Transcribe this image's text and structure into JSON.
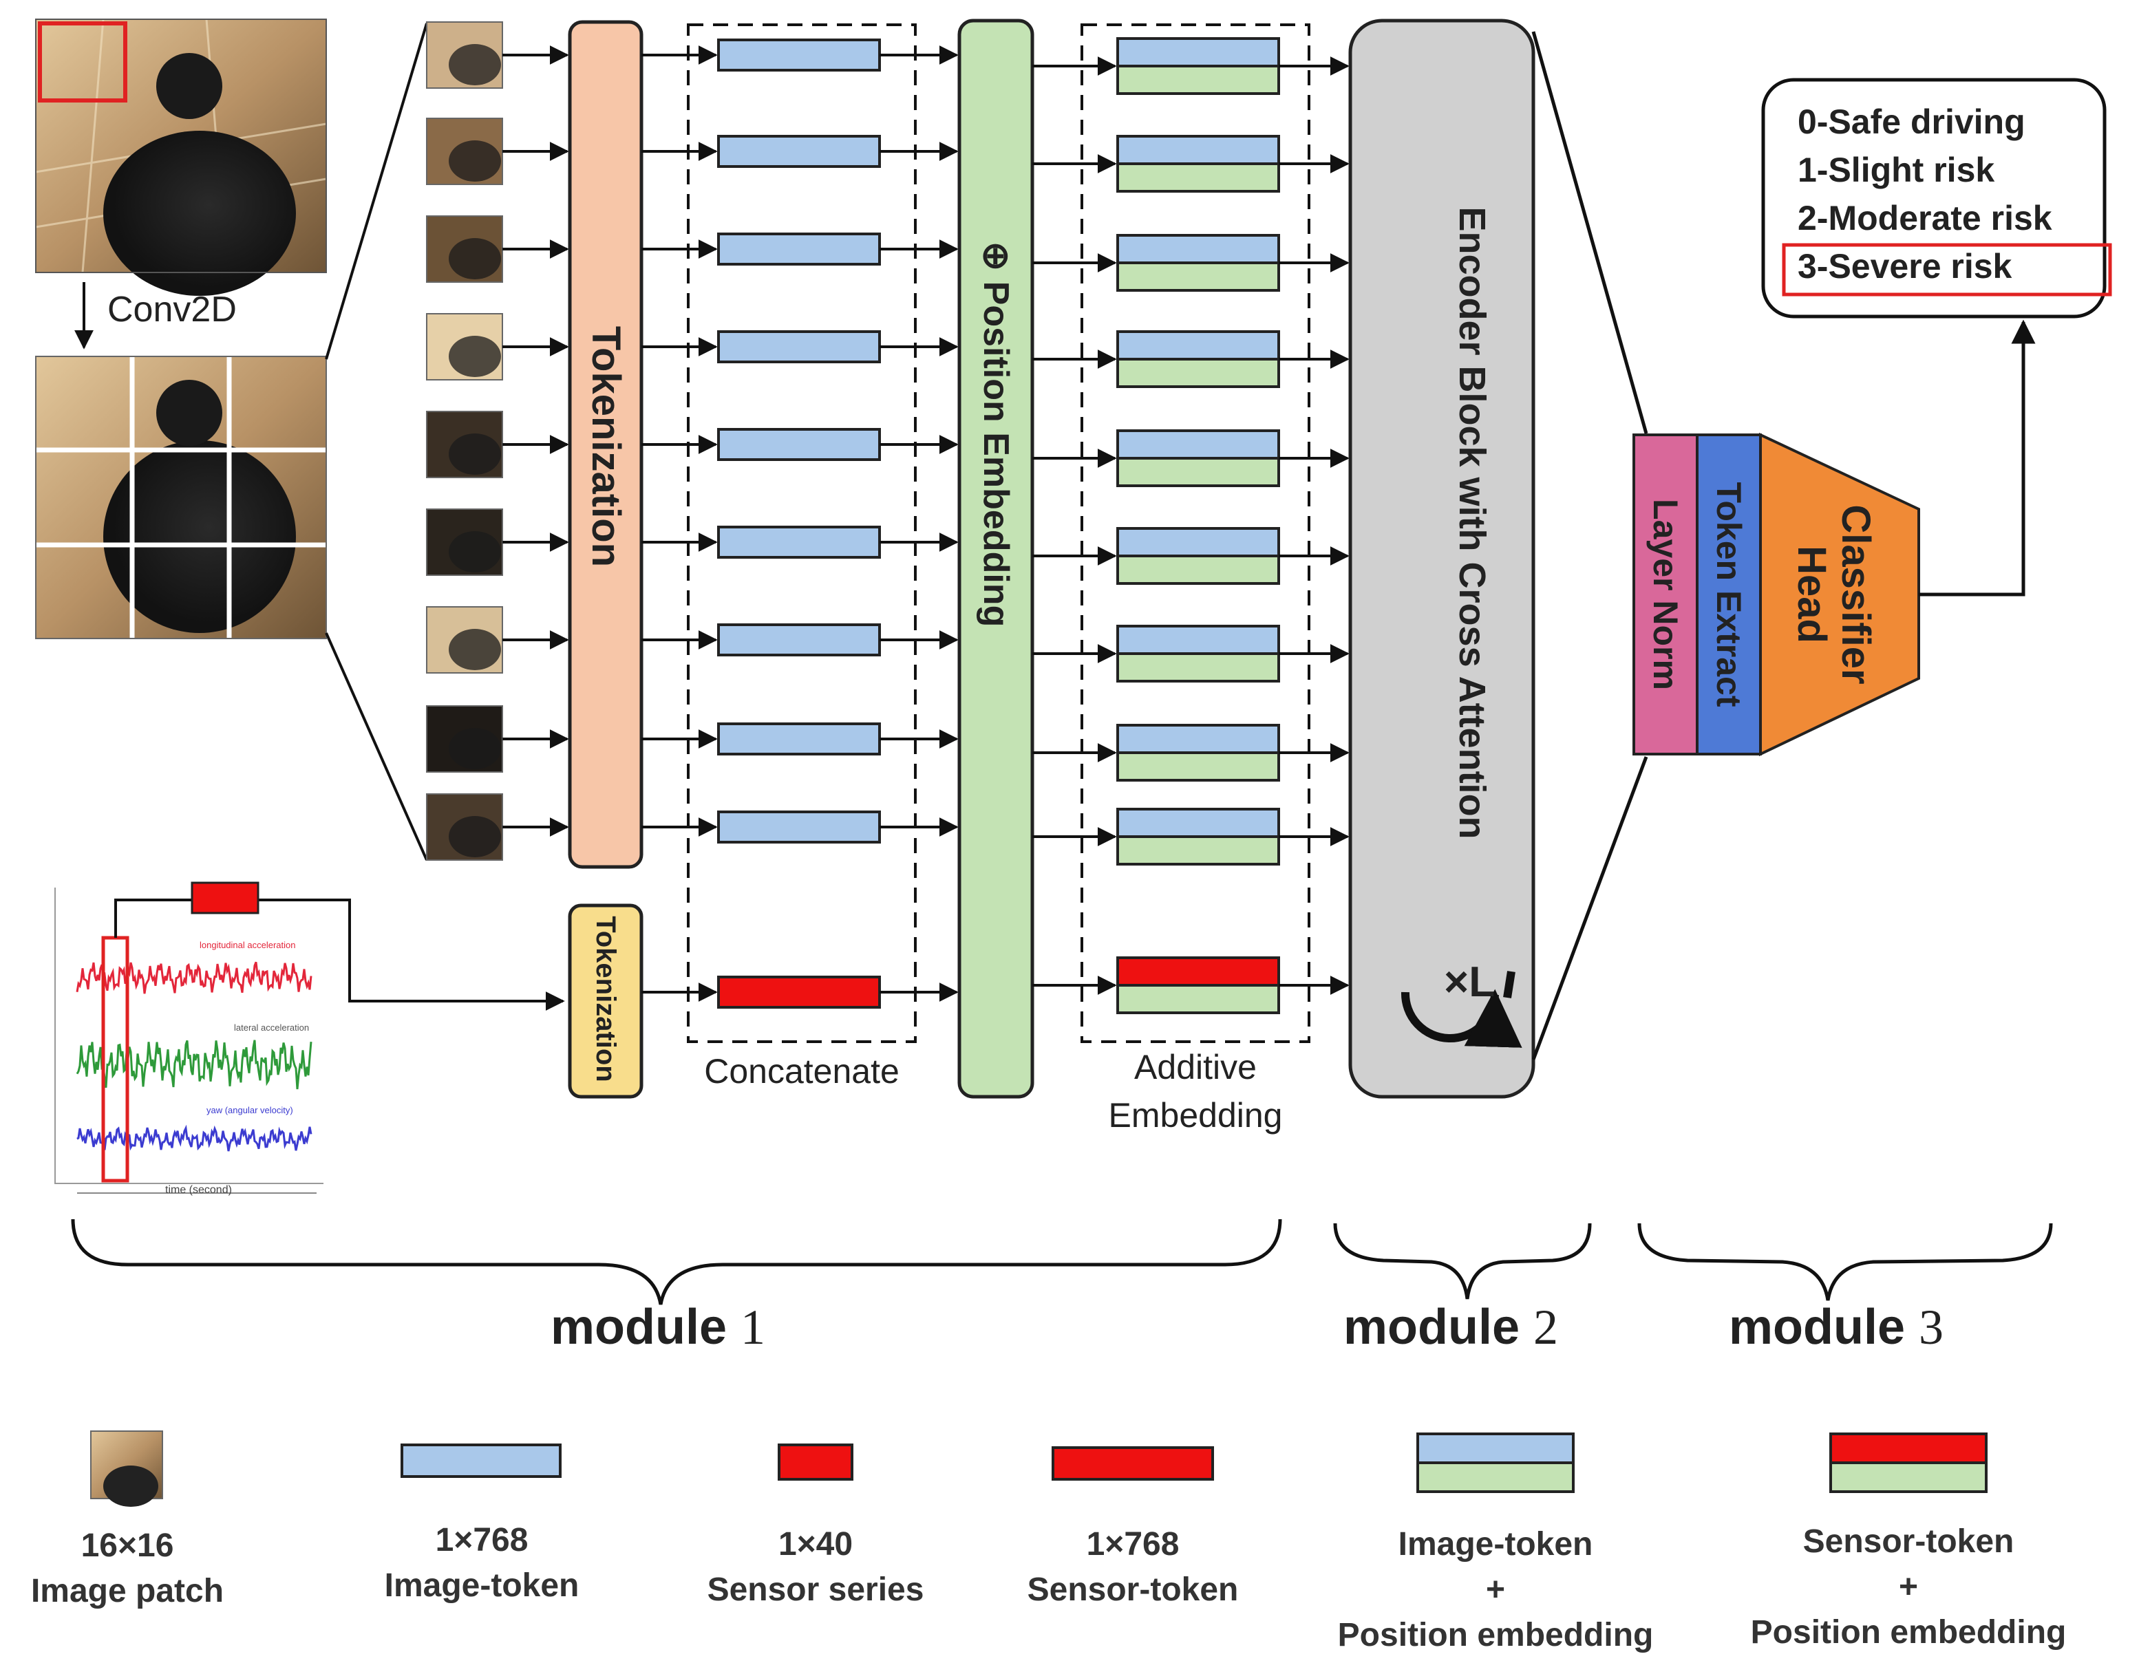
{
  "image_labels": {
    "conv": "Conv2D"
  },
  "blocks": {
    "tokenization_image": "Tokenization",
    "tokenization_sensor": "Tokenization",
    "position_embedding": "⊕ Position Embedding",
    "encoder": "Encoder Block with Cross Attention",
    "repeat": "×L",
    "layer_norm": "Layer Norm",
    "token_extract": "Token Extract",
    "classifier_line1": "Classifier",
    "classifier_line2": "Head"
  },
  "groups": {
    "concatenate": "Concatenate",
    "additive_line1": "Additive",
    "additive_line2": "Embedding"
  },
  "outputs": [
    "0-Safe driving",
    "1-Slight risk",
    "2-Moderate risk",
    "3-Severe risk"
  ],
  "selected_output": "3-Severe risk",
  "sensor_plot": {
    "panels": [
      "longitudinal acceleration",
      "lateral acceleration",
      "yaw (angular velocity)"
    ],
    "xlabel": "time (second)"
  },
  "modules": [
    {
      "name": "module",
      "num": "1"
    },
    {
      "name": "module",
      "num": "2"
    },
    {
      "name": "module",
      "num": "3"
    }
  ],
  "legend": [
    {
      "line1": "16×16",
      "line2": "Image patch",
      "line3": ""
    },
    {
      "line1": "1×768",
      "line2": "Image-token",
      "line3": ""
    },
    {
      "line1": "1×40",
      "line2": "Sensor series",
      "line3": ""
    },
    {
      "line1": "1×768",
      "line2": "Sensor-token",
      "line3": ""
    },
    {
      "line1": "Image-token",
      "line2": "+",
      "line3": "Position embedding"
    },
    {
      "line1": "Sensor-token",
      "line2": "+",
      "line3": "Position embedding"
    }
  ],
  "colors": {
    "image_token": "#a9c8ea",
    "position": "#c4e3b4",
    "sensor": "#ee1111",
    "tokenization": "#f7c6a8",
    "tokenization_sensor": "#f8dd8c",
    "encoder": "#d0d0d0",
    "layer_norm": "#d9689a",
    "token_extract": "#4e7ad6",
    "classifier": "#f08a36"
  }
}
